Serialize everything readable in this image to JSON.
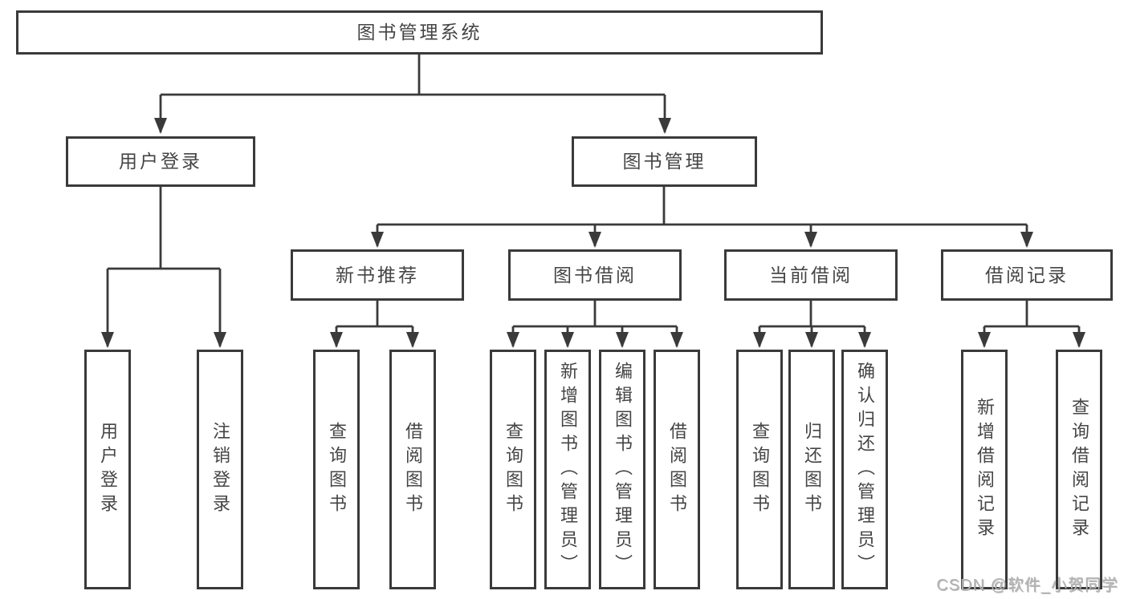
{
  "tree": {
    "label": "图书管理系统",
    "children": [
      {
        "label": "用户登录",
        "children": [
          {
            "label": "用户登录"
          },
          {
            "label": "注销登录"
          }
        ]
      },
      {
        "label": "图书管理",
        "children": [
          {
            "label": "新书推荐",
            "children": [
              {
                "label": "查询图书"
              },
              {
                "label": "借阅图书"
              }
            ]
          },
          {
            "label": "图书借阅",
            "children": [
              {
                "label": "查询图书"
              },
              {
                "label": "新增图书（管理员）"
              },
              {
                "label": "编辑图书（管理员）"
              },
              {
                "label": "借阅图书"
              }
            ]
          },
          {
            "label": "当前借阅",
            "children": [
              {
                "label": "查询图书"
              },
              {
                "label": "归还图书"
              },
              {
                "label": "确认归还（管理员）"
              }
            ]
          },
          {
            "label": "借阅记录",
            "children": [
              {
                "label": "新增借阅记录"
              },
              {
                "label": "查询借阅记录"
              }
            ]
          }
        ]
      }
    ]
  },
  "watermark": {
    "text": "CSDN @软件_小贺同学"
  },
  "colors": {
    "line": "#3a3a3a",
    "box_border": "#3a3a3a",
    "box_fill": "#ffffff",
    "text": "#454545",
    "watermark": "#b3b3b3"
  }
}
